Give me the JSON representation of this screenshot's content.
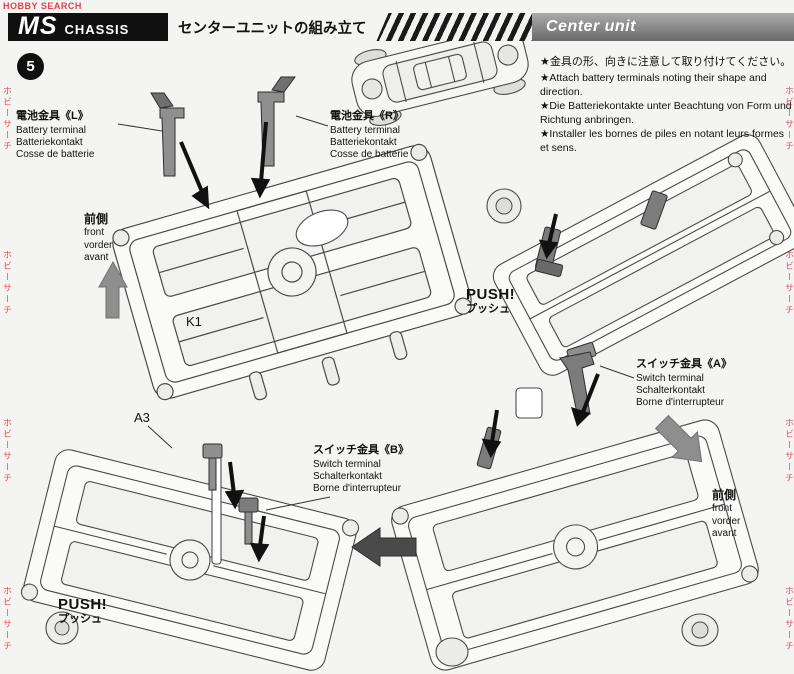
{
  "watermark": {
    "brand_en": "HOBBY SEARCH",
    "brand_jp": "ホビーサーチ"
  },
  "header": {
    "logo_main": "MS",
    "logo_sub": "CHASSIS",
    "title_jp": "センターユニットの組み立て",
    "title_en": "Center unit"
  },
  "step_number": "5",
  "notes": [
    "★金具の形、向きに注意して取り付けてください。",
    "★Attach battery terminals noting their shape and direction.",
    "★Die Batteriekontakte unter Beachtung von Form und Richtung anbringen.",
    "★Installer les bornes de piles en notant leurs formes et sens."
  ],
  "labels": {
    "battery_l": {
      "title": "電池金具《L》",
      "lines": [
        "Battery terminal",
        "Batteriekontakt",
        "Cosse de batterie"
      ]
    },
    "battery_r": {
      "title": "電池金具《R》",
      "lines": [
        "Battery terminal",
        "Batteriekontakt",
        "Cosse de batterie"
      ]
    },
    "switch_a": {
      "title": "スイッチ金具《A》",
      "lines": [
        "Switch terminal",
        "Schalterkontakt",
        "Borne d'interrupteur"
      ]
    },
    "switch_b": {
      "title": "スイッチ金具《B》",
      "lines": [
        "Switch terminal",
        "Schalterkontakt",
        "Borne d'interrupteur"
      ]
    },
    "front_left": {
      "jp": "前側",
      "en": "front",
      "de": "vorder",
      "fr": "avant"
    },
    "front_right": {
      "jp": "前側",
      "en": "front",
      "de": "vorder",
      "fr": "avant"
    },
    "push_mid": {
      "en": "PUSH!",
      "jp": "プッシュ"
    },
    "push_bottom": {
      "en": "PUSH!",
      "jp": "プッシュ"
    },
    "part_k1": "K1",
    "part_a3": "A3"
  }
}
